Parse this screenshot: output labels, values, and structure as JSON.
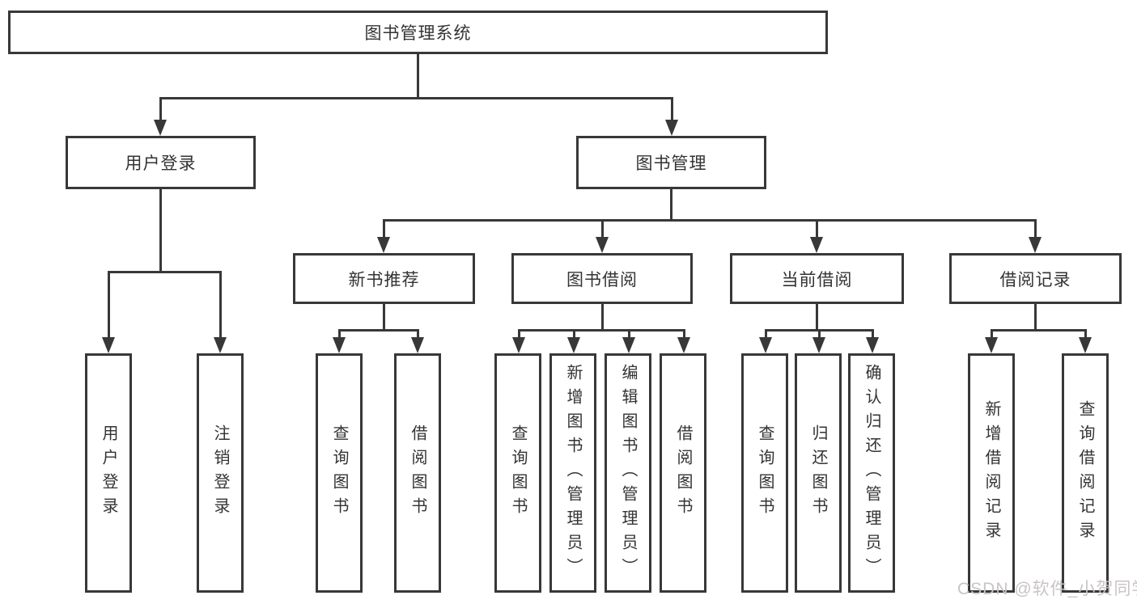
{
  "diagram": {
    "title": "图书管理系统",
    "root": {
      "label": "图书管理系统"
    },
    "branches": [
      {
        "label": "用户登录",
        "children": [
          {
            "label": "用户登录"
          },
          {
            "label": "注销登录"
          }
        ]
      },
      {
        "label": "图书管理",
        "children": [
          {
            "label": "新书推荐",
            "children": [
              {
                "label": "查询图书"
              },
              {
                "label": "借阅图书"
              }
            ]
          },
          {
            "label": "图书借阅",
            "children": [
              {
                "label": "查询图书"
              },
              {
                "label": "新增图书（管理员）"
              },
              {
                "label": "编辑图书（管理员）"
              },
              {
                "label": "借阅图书"
              }
            ]
          },
          {
            "label": "当前借阅",
            "children": [
              {
                "label": "查询图书"
              },
              {
                "label": "归还图书"
              },
              {
                "label": "确认归还（管理员）"
              }
            ]
          },
          {
            "label": "借阅记录",
            "children": [
              {
                "label": "新增借阅记录"
              },
              {
                "label": "查询借阅记录"
              }
            ]
          }
        ]
      }
    ]
  },
  "watermark": "CSDN @软件_小贺同学",
  "colors": {
    "line": "#383838",
    "text": "#333333",
    "watermark": "#c9c4c6",
    "background": "#ffffff"
  }
}
